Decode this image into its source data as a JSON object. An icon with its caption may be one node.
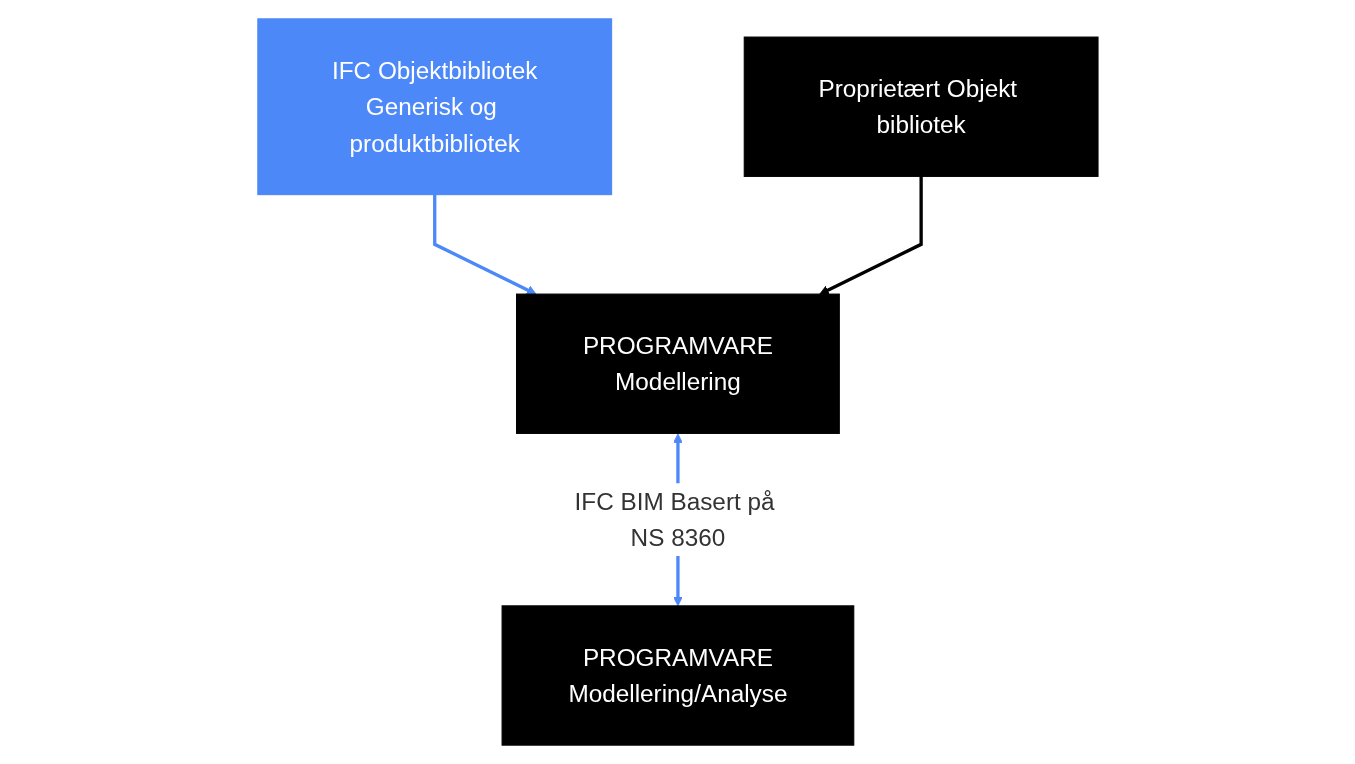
{
  "diagram": {
    "nodes": [
      {
        "text": [
          "IFC Objektbibliotek",
          "Generisk og produktbibliotek"
        ]
      },
      {
        "text": [
          "PROGRAMVARE",
          "Modellering"
        ]
      },
      {
        "text": [
          "PROGRAMVARE",
          "Modellering/Analyse"
        ]
      },
      {
        "text": [
          "Proprietært Objekt bibliotek"
        ]
      }
    ],
    "edges": [
      {
        "from": 0,
        "to": 1,
        "arrow": "to"
      },
      {
        "from": 1,
        "to": 2,
        "arrow": "both",
        "label": "IFC BIM Basert på NS 8360"
      },
      {
        "from": 3,
        "to": 1,
        "arrow": "to",
        "color": "#000000"
      }
    ]
  }
}
